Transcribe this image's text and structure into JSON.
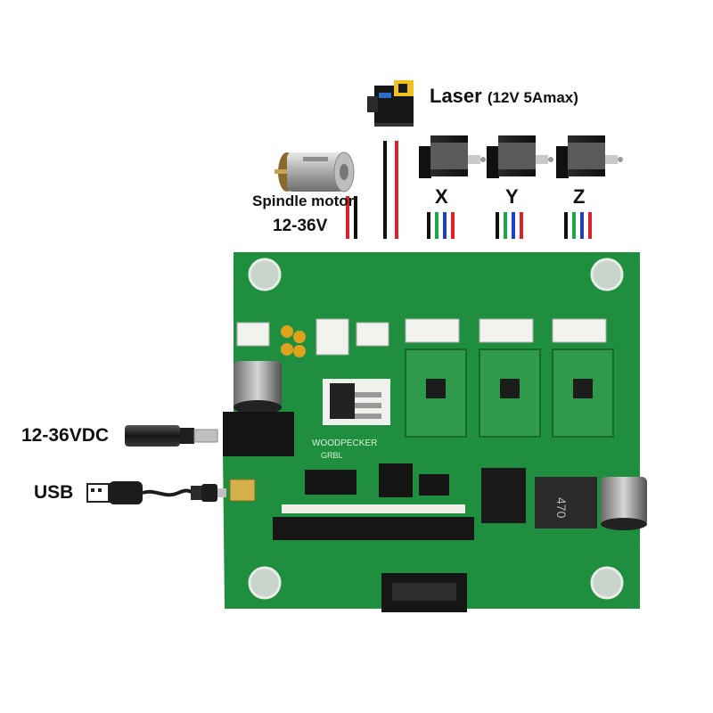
{
  "labels": {
    "laser_main": "Laser",
    "laser_spec": "(12V 5Amax)",
    "spindle_title": "Spindle motor",
    "spindle_voltage": "12-36V",
    "axis_x": "X",
    "axis_y": "Y",
    "axis_z": "Z",
    "power_input": "12-36VDC",
    "usb_input": "USB"
  },
  "board_silkscreen": {
    "brand": "WOODPECKER",
    "model": "GRBL",
    "inductor_mark": "470"
  },
  "colors": {
    "pcb": "#1f8f3f",
    "wire_black": "#111111",
    "wire_red": "#e0202a",
    "wire_green": "#1aa84a",
    "wire_blue": "#1d3fd0"
  },
  "wire_groups": {
    "spindle": [
      "wire_red",
      "wire_black"
    ],
    "laser": [
      "wire_black",
      "wire_red"
    ],
    "x": [
      "wire_black",
      "wire_green",
      "wire_blue",
      "wire_red"
    ],
    "y": [
      "wire_black",
      "wire_green",
      "wire_blue",
      "wire_red"
    ],
    "z": [
      "wire_black",
      "wire_green",
      "wire_blue",
      "wire_red"
    ]
  },
  "icons": [
    "dc-motor-icon",
    "laser-module-icon",
    "stepper-motor-icon",
    "dc-barrel-plug-icon",
    "usb-cable-icon"
  ]
}
